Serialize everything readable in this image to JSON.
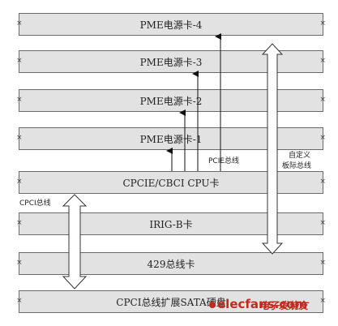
{
  "cards": [
    {
      "id": "pme4",
      "label": "PME电源卡-4"
    },
    {
      "id": "pme3",
      "label": "PME电源卡-3"
    },
    {
      "id": "pme2",
      "label": "PME电源卡-2"
    },
    {
      "id": "pme1",
      "label": "PME电源卡-1"
    },
    {
      "id": "cpu",
      "label": "CPCIE/CBCI CPU卡"
    },
    {
      "id": "irig",
      "label": "IRIG-B卡"
    },
    {
      "id": "bus429",
      "label": "429总线卡"
    },
    {
      "id": "sata",
      "label": "CPCI总线扩展SATA硬盘"
    }
  ],
  "labels": {
    "pcie_bus": "PCIE总线",
    "custom_bus_line1": "自定义",
    "custom_bus_line2": "板际总线",
    "cpci_bus": "CPCI总线"
  },
  "marker": "×",
  "watermark": {
    "brand": "elecfans.com",
    "chinese": "电子发烧友"
  }
}
